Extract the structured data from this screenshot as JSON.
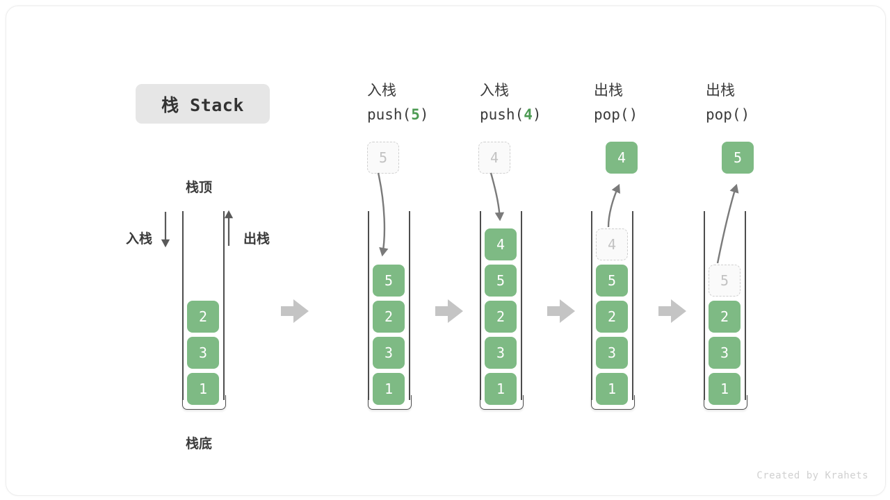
{
  "title_badge": {
    "text": "栈 Stack"
  },
  "footer": {
    "text": "Created by Krahets"
  },
  "first_column": {
    "top_label": "栈顶",
    "bottom_label": "栈底",
    "push_label": "入栈",
    "pop_label": "出栈",
    "values": [
      "2",
      "3",
      "1"
    ]
  },
  "columns": [
    {
      "op_cn": "入栈",
      "op_code_prefix": "push(",
      "op_code_arg": "5",
      "op_code_suffix": ")",
      "outside_box": {
        "value": "5",
        "style": "ghost"
      },
      "arrow_direction": "down",
      "inside_ghost": null,
      "values": [
        "5",
        "2",
        "3",
        "1"
      ]
    },
    {
      "op_cn": "入栈",
      "op_code_prefix": "push(",
      "op_code_arg": "4",
      "op_code_suffix": ")",
      "outside_box": {
        "value": "4",
        "style": "ghost"
      },
      "arrow_direction": "down",
      "inside_ghost": null,
      "values": [
        "4",
        "5",
        "2",
        "3",
        "1"
      ]
    },
    {
      "op_cn": "出栈",
      "op_code_prefix": "pop(",
      "op_code_arg": "",
      "op_code_suffix": ")",
      "outside_box": {
        "value": "4",
        "style": "solid"
      },
      "arrow_direction": "up",
      "inside_ghost": "4",
      "values": [
        "5",
        "2",
        "3",
        "1"
      ]
    },
    {
      "op_cn": "出栈",
      "op_code_prefix": "pop(",
      "op_code_arg": "",
      "op_code_suffix": ")",
      "outside_box": {
        "value": "5",
        "style": "solid"
      },
      "arrow_direction": "up",
      "inside_ghost": "5",
      "values": [
        "2",
        "3",
        "1"
      ]
    }
  ],
  "colors": {
    "box_green": "#7EBA84",
    "accent_green": "#4b9a52",
    "wall_gray": "#4d4d4d",
    "arrow_gray": "#c4c4c4",
    "ghost_border": "#cfcfcf",
    "badge_bg": "#e6e6e6"
  }
}
